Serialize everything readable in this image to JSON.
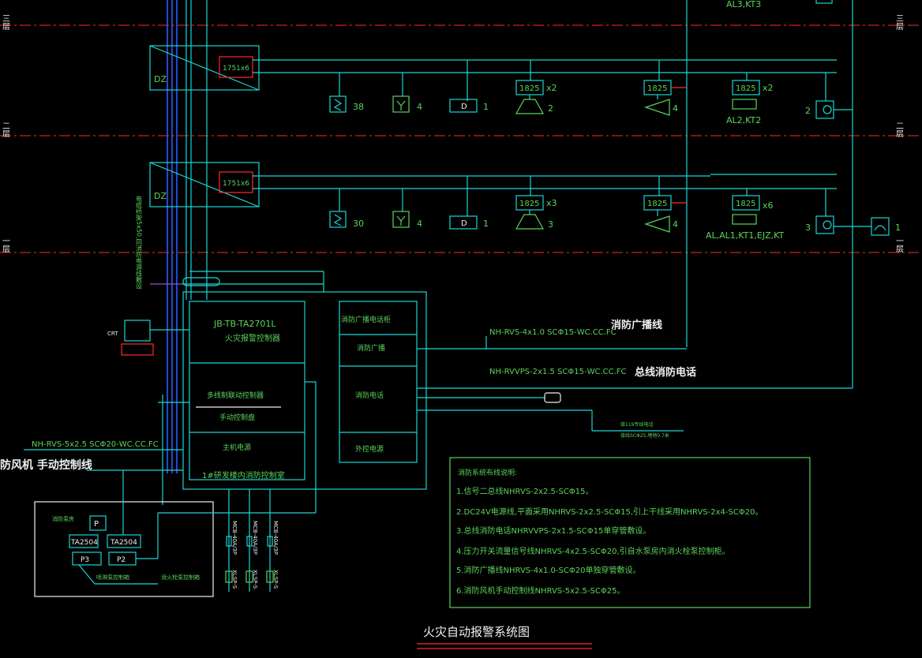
{
  "floors": {
    "three": "三层",
    "two": "二层",
    "one": "一层"
  },
  "drawing_title": "火灾自动报警系统图",
  "devices": {
    "module_1751": "1751x6",
    "module_1825": "1825",
    "dz": "DZ",
    "d_symbol": "D"
  },
  "floor2": {
    "smoke_count": "38",
    "heat_count": "4",
    "d_count": "1",
    "speaker_mult": "x2",
    "speaker_count": "2",
    "alarm_mult": "4",
    "kt_mult": "x2",
    "kt_label": "AL2,KT2",
    "hydrant_count": "2"
  },
  "floor1": {
    "smoke_count": "30",
    "heat_count": "4",
    "d_count": "1",
    "speaker_mult": "x3",
    "speaker_count": "3",
    "alarm_mult": "4",
    "kt_mult": "x6",
    "kt_label": "AL,AL1,KT1,EJZ,KT",
    "hydrant_count": "3",
    "phone_count": "1"
  },
  "top_label": "AL3,KT3",
  "riser_note": "电缆桥架5x50,同消防电源线敷设",
  "controller": {
    "model": "JB-TB-TA2701L",
    "name": "火灾报警控制器",
    "linkage": "多线制联动控制器",
    "manual": "手动控制盘",
    "power": "主机电源",
    "room": "1#研发楼内消防控制室"
  },
  "cabinet": {
    "title": "消防广播电话柜",
    "broadcast": "消防广播",
    "phone": "消防电话",
    "ext_power": "外控电源"
  },
  "crt_label": "CRT",
  "lines": {
    "broadcast_cable": "NH-RVS-4x1.0 SCΦ15-WC.CC.FC",
    "broadcast_name": "消防广播线",
    "phone_cable": "NH-RVVPS-2x1.5 SCΦ15-WC.CC.FC",
    "phone_name": "总线消防电话",
    "fan_cable": "NH-RVS-5x2.5 SCΦ20-WC.CC.FC",
    "fan_name": "防风机  手动控制线",
    "call119_a": "接119专线电话",
    "call119_b": "接线SCΦ25,埋地0.7米"
  },
  "pump_room": {
    "title": "消防泵房",
    "p": "P",
    "ta_left": "TA2504",
    "ta_right": "TA2504",
    "p3": "P3",
    "p2": "P2",
    "spray_label": "喷淋泵控制箱",
    "hydrant_label": "消火栓泵控制箱"
  },
  "breakers": {
    "b1": "MCB-40A/3P",
    "b2": "MCB-40A/3P",
    "b3": "MCB-40A/3P",
    "s1": "XLSP-S",
    "s2": "XLSP-S",
    "s3": "XLSP-S"
  },
  "notes": {
    "title": "消防系统布线说明:",
    "items": [
      "1.信号二总线NHRVS-2x2.5-SCΦ15。",
      "2.DC24V电源线,平面采用NHRVS-2x2.5-SCΦ15,引上干线采用NHRVS-2x4-SCΦ20。",
      "3.总线消防电话NHRVVPS-2x1.5-SCΦ15单穿管敷设。",
      "4.压力开关流量信号线NHRVS-4x2.5-SCΦ20,引自水泵房内消火栓泵控制柜。",
      "5.消防广播线NHRVS-4x1.0-SCΦ20单独穿管敷设。",
      "6.消防风机手动控制线NHRVS-5x2.5-SCΦ25。"
    ]
  },
  "colors": {
    "background": "#000000",
    "cyan": "#19d6d6",
    "green": "#5bd35b",
    "blue": "#2b5bff",
    "red": "#ff2a2a",
    "white": "#f0f0f0"
  }
}
